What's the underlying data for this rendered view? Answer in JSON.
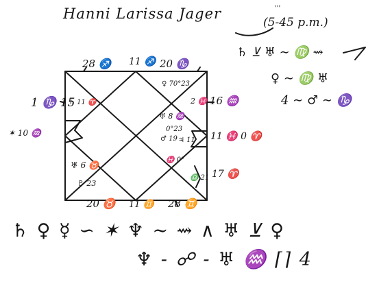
{
  "header": {
    "name": "Hanni Larissa Jager",
    "time_top": "'''",
    "time": "(5-45 p.m.)"
  },
  "aspect_notes": [
    "♄ ⊻ ♅ ∼ ♍ ⇝",
    "♀ ∼ ♍ ♅",
    "4 ∼ ♂ ∼ ♑"
  ],
  "chart": {
    "cusps_top": [
      "28 ♐",
      "11 ♐",
      "20 ♑"
    ],
    "cusps_left": [
      "1 ♑ 15",
      "✶ 10 ♒"
    ],
    "cusps_right": [
      "16 ♒",
      "11 ♓ 0 ♈",
      "17 ♈"
    ],
    "cusps_bottom": [
      "20 ♉",
      "11 ♊",
      "28 ♊"
    ],
    "inner_marks": [
      "♀ 70°23",
      "2 ♓",
      "♄ 11 ♈",
      "♅ 8 ♒",
      "0°23",
      "♂ 19",
      "♃ 11",
      "♓ 0°",
      "♎ 21",
      "♅ 6 ♉",
      "♇ 23"
    ]
  },
  "aspects": {
    "line_1": "♄ ♀ ☿ ∽ ✶ ♆ ∼ ⇝ ∧ ♅ ⊻ ♀",
    "line_2": "♆ - ☍ - ♅ ♒ ⌈⌉ 4"
  }
}
